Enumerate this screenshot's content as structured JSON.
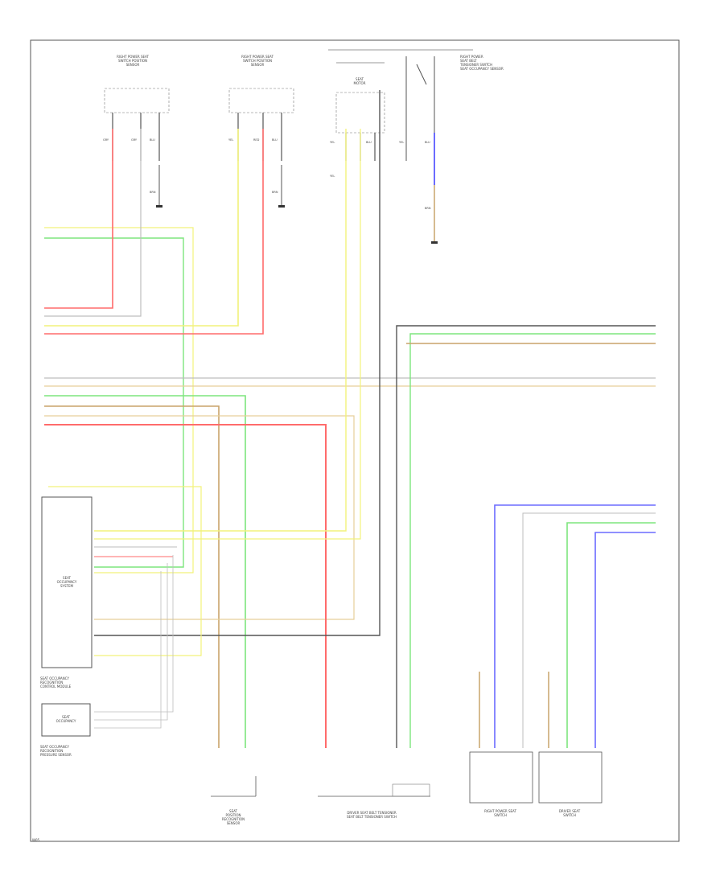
{
  "diagram": {
    "labels": {
      "cc_title": "SEAT OCCUPANCY\nRECOGNITION\nCONTROL MODULE",
      "cc_box": "SEAT\nOCCUPANCY\nSYSTEM",
      "ps_title": "SEAT OCCUPANCY\nRECOGNITION\nPRESSURE SENSOR",
      "ps_box": "SEAT\nOCCUPANCY",
      "top_left_1": "RIGHT POWER SEAT\nSWITCH POSITION\nSENSOR",
      "top_left_2": "RIGHT POWER SEAT\nSWITCH POSITION\nSENSOR",
      "top_center": "SEAT\nMOTOR",
      "top_right": "RIGHT POWER\nSEAT BELT\nTENSIONER SWITCH",
      "bottom_left": "SEAT\nPOSITION\nRECOGNITION\nSENSOR",
      "bottom_center": "DRIVER SEAT BELT TENSIONER\nSEAT BELT TENSIONER SWITCH",
      "bottom_right_1": "RIGHT POWER SEAT\nSWITCH",
      "bottom_right_2": "DRIVER SEAT\nSWITCH",
      "footer": "W05"
    },
    "colors": {
      "red": "#ff6b6b",
      "yellow": "#f2f27a",
      "green": "#7de57d",
      "blue": "#6b6bff",
      "brown": "#c9a46a",
      "tan": "#e6cf9a",
      "gray": "#bdbdbd",
      "dark": "#555555"
    }
  }
}
